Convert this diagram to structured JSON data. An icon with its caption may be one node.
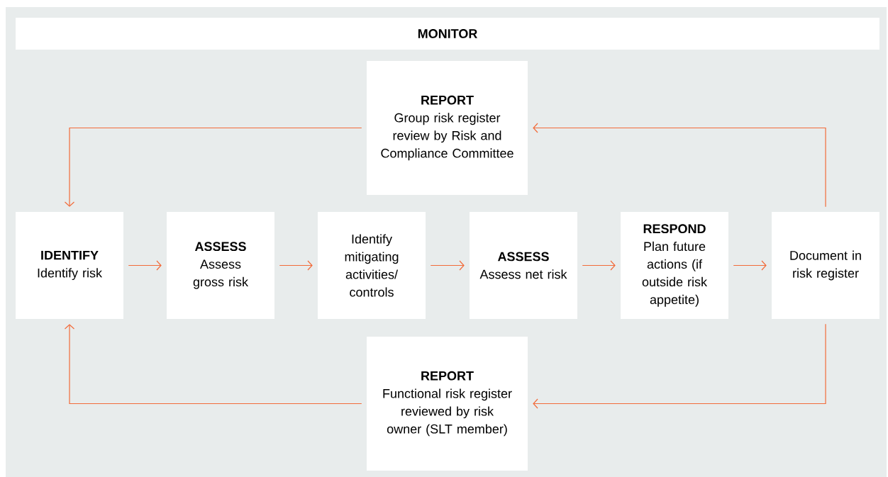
{
  "diagram": {
    "nodes": [
      {
        "text": [
          "MONITOR"
        ]
      },
      {
        "text": [
          "REPORT",
          "Group risk register review by Risk and Compliance Committee"
        ]
      },
      {
        "text": [
          "IDENTIFY",
          "Identify risk"
        ]
      },
      {
        "text": [
          "ASSESS",
          "Assess gross risk"
        ]
      },
      {
        "text": [
          "Identify mitigating activities/ controls"
        ]
      },
      {
        "text": [
          "ASSESS",
          "Assess net risk"
        ]
      },
      {
        "text": [
          "RESPOND",
          "Plan future actions (if outside risk appetite)"
        ]
      },
      {
        "text": [
          "Document in risk register"
        ]
      },
      {
        "text": [
          "REPORT",
          "Functional risk register reviewed by risk owner (SLT member)"
        ]
      }
    ],
    "edges": [
      {
        "from": 2,
        "to": 3,
        "arrow": "to"
      },
      {
        "from": 3,
        "to": 4,
        "arrow": "to"
      },
      {
        "from": 4,
        "to": 5,
        "arrow": "to"
      },
      {
        "from": 5,
        "to": 6,
        "arrow": "to"
      },
      {
        "from": 6,
        "to": 7,
        "arrow": "to"
      },
      {
        "from": 7,
        "to": 1,
        "arrow": "to"
      },
      {
        "from": 1,
        "to": 2,
        "arrow": "to"
      },
      {
        "from": 7,
        "to": 8,
        "arrow": "to"
      },
      {
        "from": 8,
        "to": 2,
        "arrow": "to"
      }
    ]
  }
}
